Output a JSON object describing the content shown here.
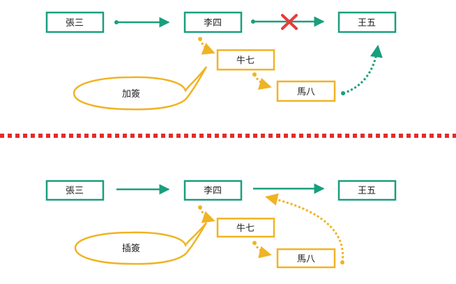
{
  "top": {
    "nodes": {
      "zhangsan": "張三",
      "lisi": "李四",
      "wangwu": "王五",
      "niuqi": "牛七",
      "maba": "馬八"
    },
    "callout": "加簽"
  },
  "bottom": {
    "nodes": {
      "zhangsan": "張三",
      "lisi": "李四",
      "wangwu": "王五",
      "niuqi": "牛七",
      "maba": "馬八"
    },
    "callout": "插簽"
  },
  "colors": {
    "teal": "#1a9e7e",
    "orange": "#f0b323",
    "divider": "#e32b2b",
    "cross": "#e83a3a"
  }
}
